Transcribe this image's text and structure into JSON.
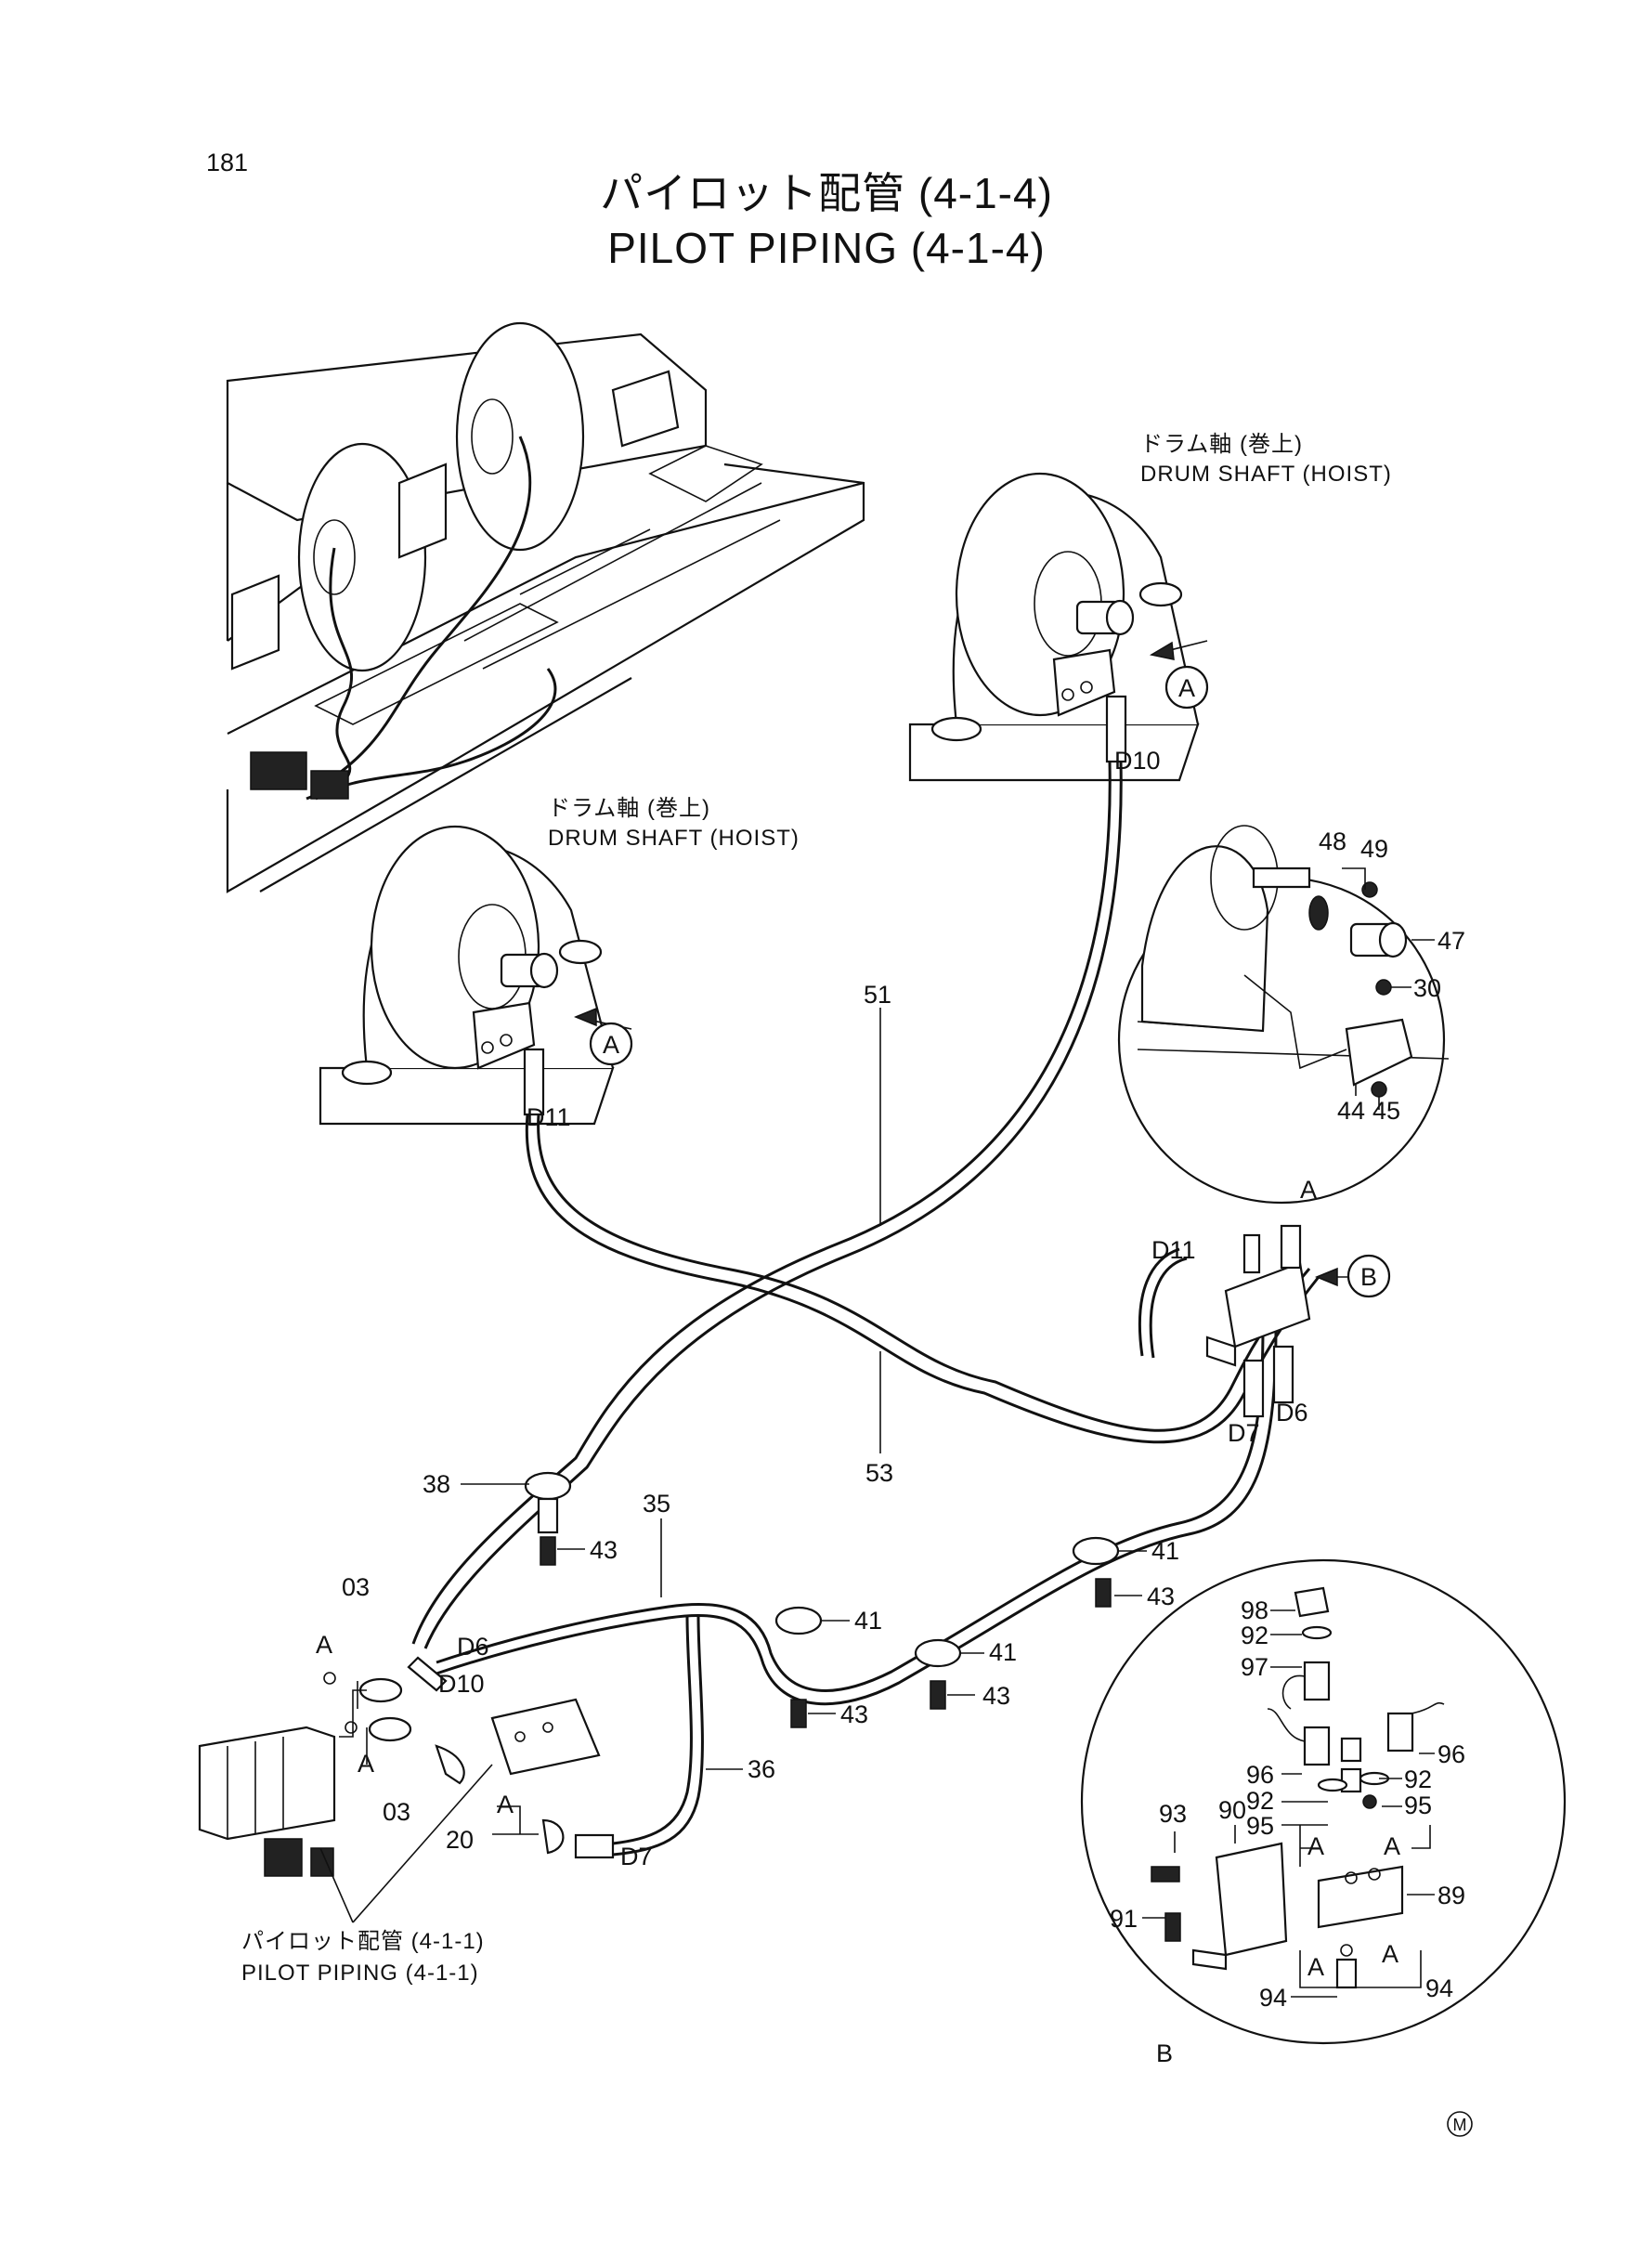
{
  "page_number": "181",
  "title_jp": "パイロット配管 (4-1-4)",
  "title_en": "PILOT PIPING (4-1-4)",
  "captions": {
    "drum_shaft_top_jp": "ドラム軸 (巻上)",
    "drum_shaft_top_en": "DRUM SHAFT (HOIST)",
    "drum_shaft_left_jp": "ドラム軸 (巻上)",
    "drum_shaft_left_en": "DRUM SHAFT (HOIST)",
    "ref_jp": "パイロット配管 (4-1-1)",
    "ref_en": "PILOT PIPING (4-1-1)"
  },
  "callouts": {
    "a_top": "A",
    "a_left": "A",
    "b_right": "B",
    "detail_a_title": "A",
    "detail_b_title": "B"
  },
  "hose_sizes": {
    "d10_top": "D10",
    "d11_left": "D11",
    "d11_right": "D11",
    "d7_right": "D7",
    "d6_right": "D6",
    "d6_left": "D6",
    "d10_left": "D10",
    "d7_bottom": "D7"
  },
  "detail_a_parts": {
    "p48": "48",
    "p49": "49",
    "p47": "47",
    "p30": "30",
    "p44": "44",
    "p45": "45"
  },
  "main_parts": {
    "p51": "51",
    "p53": "53",
    "p38": "38",
    "p35": "35",
    "p43a": "43",
    "p41a": "41",
    "p43b": "43",
    "p41b": "41",
    "p41c": "41",
    "p43c": "43",
    "p43d": "43",
    "p03a": "03",
    "p03b": "03",
    "p36": "36",
    "p20": "20",
    "sa1": "A",
    "sa2": "A",
    "sa3": "A"
  },
  "detail_b_parts": {
    "p98": "98",
    "p92a": "92",
    "p97": "97",
    "p96a": "96",
    "p96b": "96",
    "p92b": "92",
    "p92c": "92",
    "p95a": "95",
    "p95b": "95",
    "p93": "93",
    "p90": "90",
    "p89": "89",
    "p91": "91",
    "p94a": "94",
    "p94b": "94",
    "sa1": "A",
    "sa2": "A",
    "sa3": "A",
    "sa4": "A"
  },
  "mark": "M"
}
